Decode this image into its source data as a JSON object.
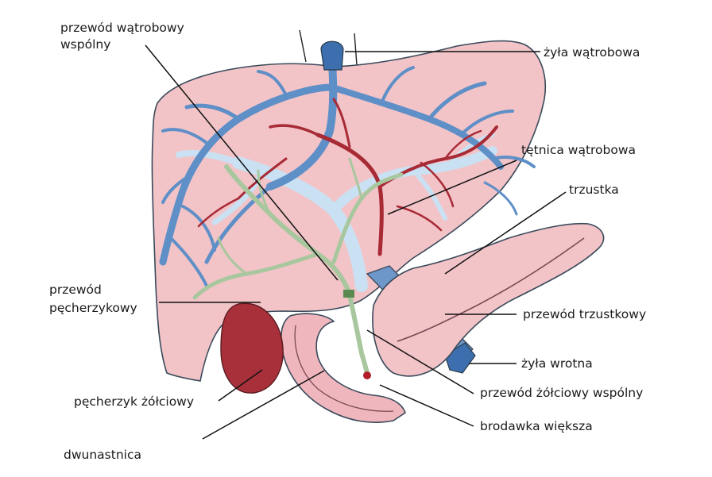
{
  "labels": {
    "common_hepatic_duct_line1": "przewód wątrobowy",
    "common_hepatic_duct_line2": "wspólny",
    "hepatic_vein": "żyła wątrobowa",
    "hepatic_artery": "tętnica  wątrobowa",
    "pancreas": "trzustka",
    "cystic_duct_line1": "przewód",
    "cystic_duct_line2": "pęcherzykowy",
    "pancreatic_duct": "przewód trzustkowy",
    "portal_vein": "żyła wrotna",
    "gallbladder": "pęcherzyk żółciowy",
    "common_bile_duct": "przewód żółciowy wspólny",
    "major_papilla": "brodawka większa",
    "duodenum": "dwunastnica"
  },
  "colors": {
    "liver": "#f2c4c8",
    "hepatic_vein": "#5f8fc7",
    "portal_vein_light": "#c9e1f3",
    "hepatic_artery": "#a82a35",
    "bile_duct": "#a9c79e",
    "gallbladder": "#a8303a",
    "pancreas": "#f2c4c8",
    "duodenum": "#efb6bd",
    "leader_line": "#111111"
  }
}
